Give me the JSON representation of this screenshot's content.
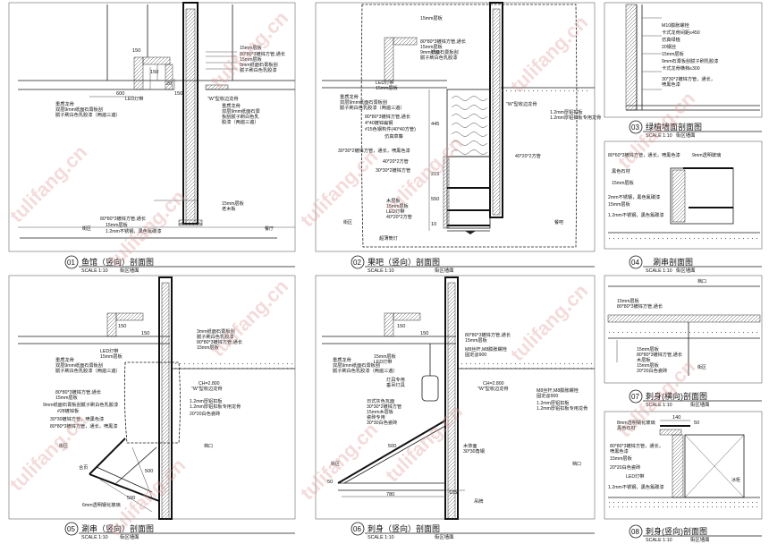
{
  "watermark": "tulifang.cn",
  "panels": [
    {
      "num": "01",
      "title": "鱼馆（竖向）剖面图",
      "scale": "SCALE 1:10",
      "sub": "街区墙面"
    },
    {
      "num": "02",
      "title": "果吧（竖向）剖面图",
      "scale": "SCALE 1:10",
      "sub": "街区墙面"
    },
    {
      "num": "03",
      "title": "绿植墙面剖面图",
      "scale": "SCALE 1:10",
      "sub": "街区墙面"
    },
    {
      "num": "04",
      "title": "涮串剖面图",
      "scale": "SCALE 1:10",
      "sub": "街区墙面"
    },
    {
      "num": "05",
      "title": "涮串（竖向）剖面图",
      "scale": "SCALE 1:10",
      "sub": "街区墙面"
    },
    {
      "num": "06",
      "title": "刺身（竖向）剖面图",
      "scale": "SCALE 1:10",
      "sub": "街区墙面"
    },
    {
      "num": "07",
      "title": "刺身(横向)剖面图",
      "scale": "SCALE 1:10",
      "sub": "街区墙面"
    },
    {
      "num": "08",
      "title": "刺身(竖向)剖面图",
      "scale": "SCALE 1:10",
      "sub": "街区墙面"
    }
  ],
  "notes": {
    "p1": [
      "15mm层板",
      "80*80*3镀锌方管,通长",
      "15mm层板",
      "9mm纸面石膏板刮",
      "腻子刷白色乳胶漆",
      "重质龙骨",
      "双层9mm纸面石膏板刮",
      "腻子刷白色乳胶漆（两遍三遍）",
      "LED灯带",
      "\"W\"型收边龙骨",
      "重质龙骨",
      "双层9mm纸面石膏",
      "板刮腻子刷白色乳",
      "胶漆（两遍三遍）",
      "15mm层板",
      "老木板",
      "80*80*3镀锌方管,通长",
      "15mm层板",
      "1.2mm不锈钢，黑色氟碳漆"
    ],
    "p1tags": [
      "街区",
      "餐厅"
    ],
    "p1dims": [
      "600",
      "150",
      "20",
      "150",
      "150"
    ],
    "p2": [
      "15mm层板",
      "80*80*3镀锌方管,通长",
      "15mm层板",
      "9mm纸面石膏板刮",
      "腻子刷白色乳胶漆",
      "重质龙骨",
      "双层9mm纸面石膏板刮",
      "腻子刷白色乳胶漆（两遍三遍）",
      "LED灯带",
      "15mm层板",
      "80*80*3镀锌方管,通长",
      "4*40镀锌扁钢",
      "#15色钢构件(40*40方管)",
      "仿真草藤",
      "\"W\"型收边龙骨",
      "1.2mm厚铝扣板",
      "1.2mm厚铝扣板专用龙骨",
      "30*30*2镀锌方管，通长，喷黑色漆",
      "40*20*2方管",
      "40*20*2方管",
      "木层板",
      "15mm层板",
      "LED灯带",
      "30*30*2镀锌方管",
      "40*20*2方管",
      "超薄筒灯"
    ],
    "p2tags": [
      "街区",
      "餐吧"
    ],
    "p2dims": [
      "150",
      "445",
      "215",
      "550",
      "10"
    ],
    "p3": [
      "M10膨胀螺栓",
      "卡式龙骨间距≤450",
      "仿真绿植",
      "20钢丝",
      "15mm层板",
      "9mm石膏板刮腻子刷乳胶漆",
      "卡式龙骨横档≤300",
      "30*30*2镀锌方管，通长，",
      "喷黑色漆"
    ],
    "p4": [
      "80*60*3镀锌方管，通长，喷黑色漆",
      "9mm透明玻璃",
      "黑色石材",
      "15mm层板",
      "2mm不锈钢，黑色氟碳漆",
      "15mm层板",
      "1.2mm不锈钢，黑色氟碳漆"
    ],
    "p5": [
      "3mm纸面石膏板刮",
      "腻子刷白色乳胶漆",
      "80*80*3镀锌方管,通长",
      "15mm层板",
      "重质龙骨",
      "双层9mm纸面石膏板刮",
      "腻子刷白色乳胶漆（两遍三遍）",
      "LED灯带",
      "15mm层板",
      "\"W\"型收边龙骨",
      "80*80*3镀锌方管,通长",
      "15mm层板",
      "9mm纸面石膏板刮腻子刷白色乳胶漆",
      "1.2mm厚铝扣板",
      "1.2mm厚铝扣板专用龙骨",
      "#28镀锌板",
      "30*30镀锌方管，喷黑色漆",
      "80*80*3镀锌方管，通长，喷黑漆",
      "合页",
      "6mm透明钢化玻璃",
      "20*20白色瓷砖",
      "CH=2.800"
    ],
    "p5tags": [
      "街区",
      "档口"
    ],
    "p5dims": [
      "150",
      "150",
      "500",
      "500"
    ],
    "p6": [
      "15mm层板",
      "LED灯带",
      "重质龙骨",
      "双层9mm纸面石膏板刮",
      "腻子刷白色乳胶漆（两遍三遍）",
      "80*80*3镀锌方管,通长",
      "15mm层板",
      "\"W\"型收边龙骨",
      "M8丝杆,M8膨胀螺栓",
      "固定@900",
      "1.2mm厚铝扣板",
      "1.2mm厚铝扣板专用龙骨",
      "灯具专用",
      "垂吊灯具",
      "日式灰色瓦面",
      "30*30*2镀锌方管",
      "15mm木层板",
      "瓷砖专用",
      "30*30白色瓷砖",
      "CH=2.800",
      "M8丝杆,M8膨胀螺栓",
      "固定@900",
      "木饰面",
      "30*30角钢",
      "吊牌"
    ],
    "p6tags": [
      "街区",
      "档口"
    ],
    "p6dims": [
      "150",
      "150",
      "500",
      "780",
      "105",
      "50"
    ],
    "p7": [
      "15mm层板",
      "80*80*3镀锌方管,通长",
      "15mm层板",
      "80*80*3镀锌方管,通长",
      "木层板",
      "15mm层板",
      "20*20白色瓷砖"
    ],
    "p7tags": [
      "档口",
      "街区"
    ],
    "p8": [
      "8mm透明钢化玻璃",
      "黑色石材",
      "80*80*3镀锌方管，通长，",
      "喷黑色漆",
      "15mm层板",
      "20*20白色瓷砖",
      "LED灯带",
      "1.2mm不锈钢，黑色氟碳漆"
    ],
    "p8tags": [
      "冰柜"
    ],
    "p8dims": [
      "140",
      "50"
    ]
  }
}
